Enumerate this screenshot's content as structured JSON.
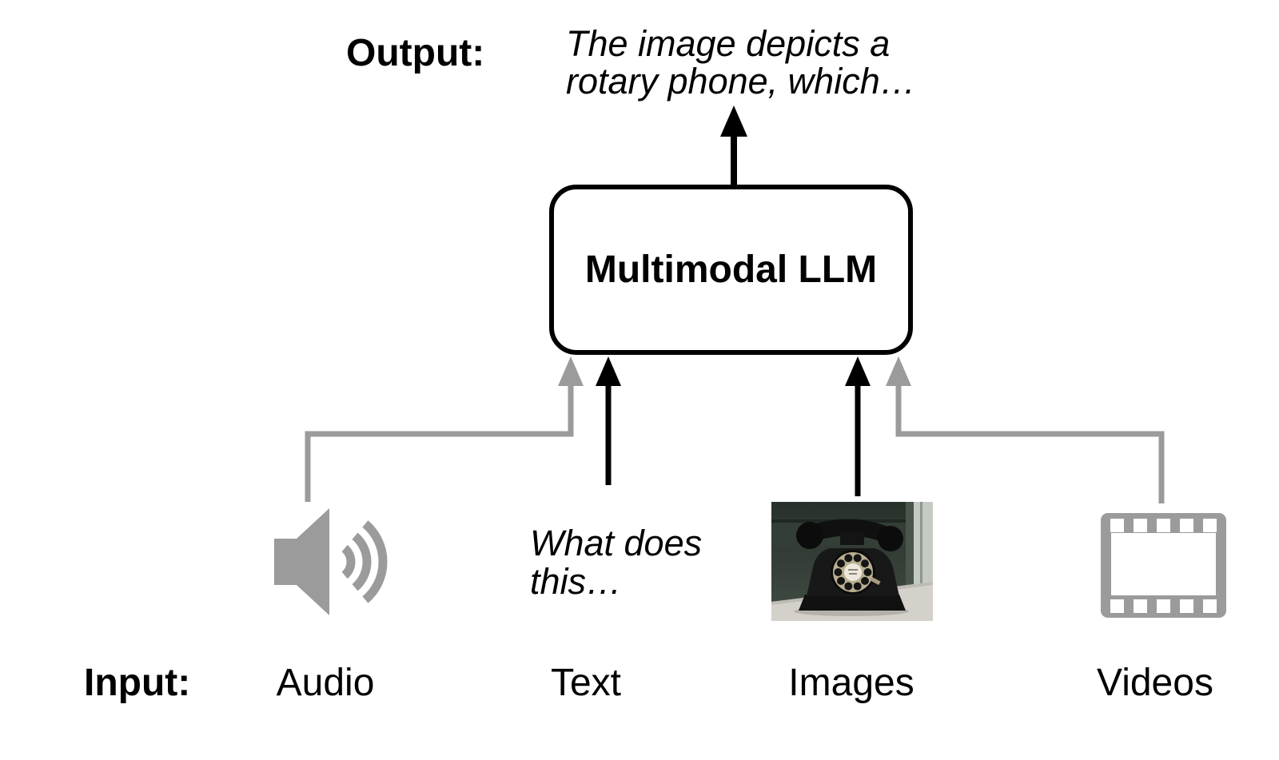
{
  "colors": {
    "background": "#ffffff",
    "arrow_black": "#000000",
    "arrow_gray": "#9b9b9b",
    "box_border": "#000000",
    "icon_gray": "#9b9b9b"
  },
  "output": {
    "label": "Output:",
    "lines": [
      "The image depicts a",
      "rotary phone, which…"
    ]
  },
  "model": {
    "label": "Multimodal LLM"
  },
  "input": {
    "label": "Input:",
    "modalities": [
      {
        "id": "audio",
        "label": "Audio",
        "icon": "speaker-audio-icon",
        "arrow": "gray-elbow"
      },
      {
        "id": "text",
        "label": "Text",
        "icon": "text-sample",
        "arrow": "black-straight",
        "sample_lines": [
          "What does",
          "this…"
        ]
      },
      {
        "id": "images",
        "label": "Images",
        "icon": "rotary-phone-photo",
        "arrow": "black-straight"
      },
      {
        "id": "videos",
        "label": "Videos",
        "icon": "film-strip-icon",
        "arrow": "gray-elbow"
      }
    ]
  }
}
